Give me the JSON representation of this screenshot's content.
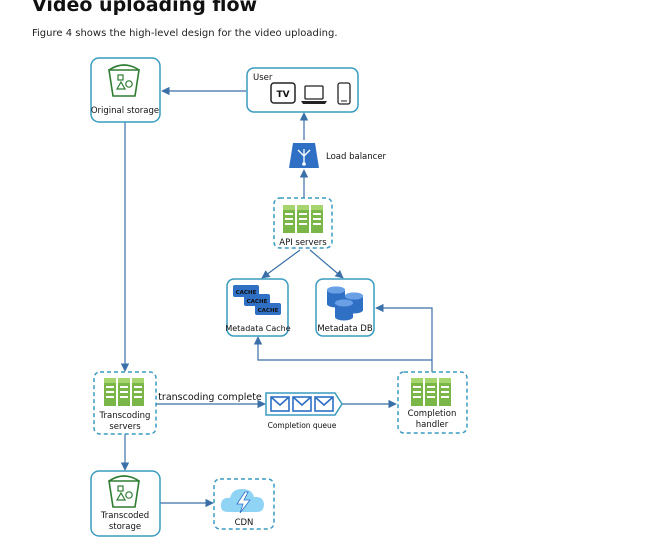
{
  "header": {
    "title": "Video uploading flow",
    "subtitle": "Figure 4 shows the high-level design for the video uploading."
  },
  "colors": {
    "box_border": "#3a9bbf",
    "arrow": "#3b6fa8",
    "server_green": "#7ab648",
    "db_blue": "#2f6fc4",
    "cloud_blue": "#8fd3f5",
    "lb_blue": "#2f6fc4"
  },
  "nodes": {
    "user": {
      "label": "User",
      "tv_label": "TV"
    },
    "original_storage": {
      "label": "Original storage"
    },
    "load_balancer": {
      "label": "Load balancer"
    },
    "api_servers": {
      "label": "API servers"
    },
    "metadata_cache": {
      "label": "Metadata Cache",
      "cache_tag": "CACHE"
    },
    "metadata_db": {
      "label": "Metadata DB"
    },
    "transcoding_servers": {
      "label_line1": "Transcoding",
      "label_line2": "servers"
    },
    "completion_queue": {
      "label": "Completion queue"
    },
    "completion_handler": {
      "label_line1": "Completion",
      "label_line2": "handler"
    },
    "transcoded_storage": {
      "label_line1": "Transcoded",
      "label_line2": "storage"
    },
    "cdn": {
      "label": "CDN"
    }
  },
  "edges": {
    "transcoding_complete": "transcoding complete"
  }
}
